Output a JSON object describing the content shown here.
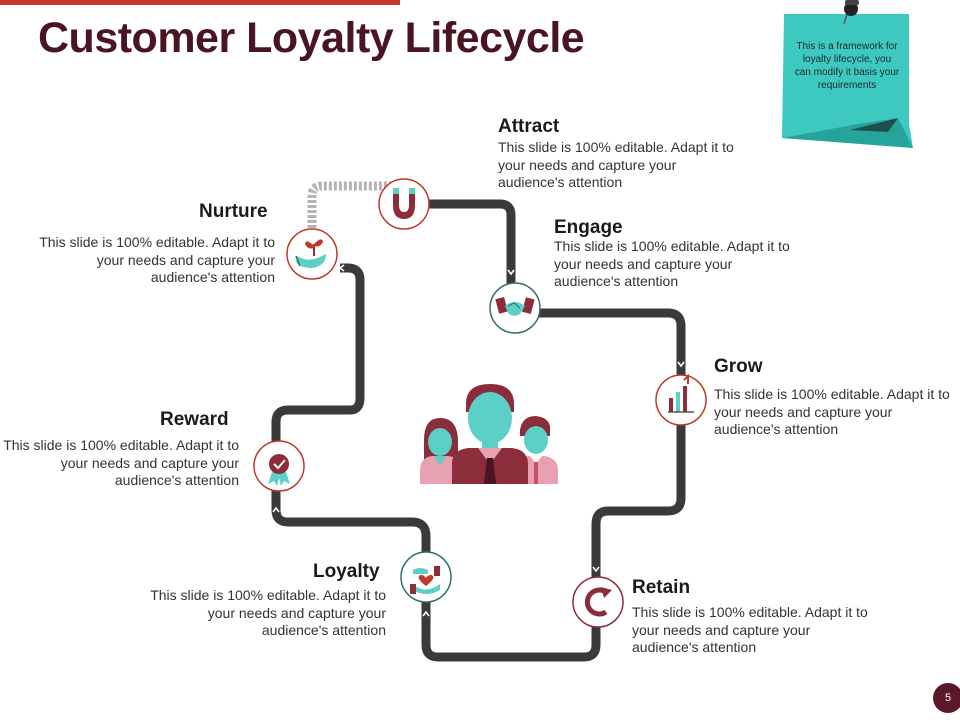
{
  "title": "Customer Loyalty Lifecycle",
  "note": "This is a framework for loyalty lifecycle, you can modify it basis your requirements",
  "page_number": "5",
  "colors": {
    "title": "#4a1523",
    "accent_red": "#c0392b",
    "road": "#3a3a3a",
    "teal": "#5ccfc6",
    "maroon": "#8b2d3a",
    "pink": "#e8a1b1"
  },
  "stages": {
    "attract": {
      "label": "Attract",
      "text": "This slide is 100% editable. Adapt it to your needs and capture your audience's attention",
      "icon": "magnet-icon"
    },
    "engage": {
      "label": "Engage",
      "text": "This slide is 100% editable. Adapt it to your needs and capture your audience's attention",
      "icon": "handshake-icon"
    },
    "grow": {
      "label": "Grow",
      "text": "This slide is 100% editable. Adapt it to your needs and capture your audience's attention",
      "icon": "growth-chart-icon"
    },
    "retain": {
      "label": "Retain",
      "text": "This slide is 100% editable. Adapt it to your needs and capture your audience's attention",
      "icon": "refresh-icon"
    },
    "loyalty": {
      "label": "Loyalty",
      "text": "This slide is 100% editable. Adapt it to your needs and capture your audience's attention",
      "icon": "heart-hands-icon"
    },
    "reward": {
      "label": "Reward",
      "text": "This slide is 100% editable. Adapt it to your needs and capture your audience's attention",
      "icon": "award-badge-icon"
    },
    "nurture": {
      "label": "Nurture",
      "text": "This slide is 100% editable. Adapt it to your needs and capture your audience's attention",
      "icon": "plant-hand-icon"
    }
  },
  "center_icon": "people-group-icon"
}
